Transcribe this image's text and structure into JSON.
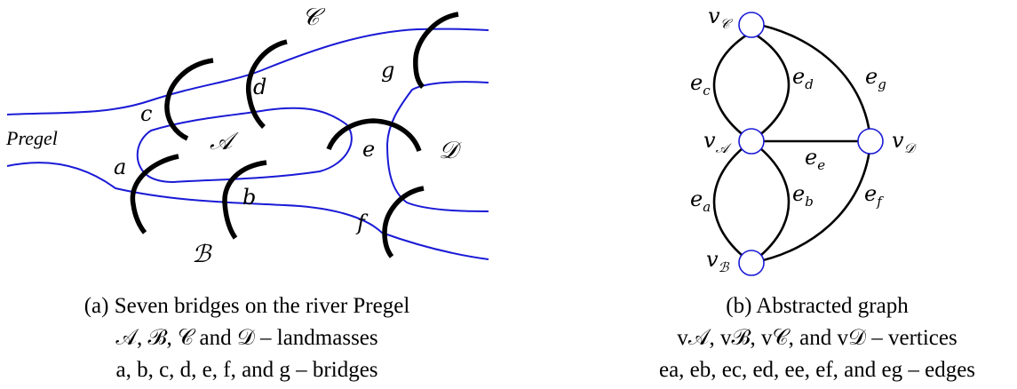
{
  "left": {
    "river_name": "Pregel",
    "landmasses": {
      "A": "𝒜",
      "B": "ℬ",
      "C": "𝒞",
      "D": "𝒟"
    },
    "bridges": {
      "a": "a",
      "b": "b",
      "c": "c",
      "d": "d",
      "e": "e",
      "f": "f",
      "g": "g"
    },
    "caption_title": "(a) Seven bridges on the river Pregel",
    "caption_line2": "𝒜, ℬ, 𝒞 and 𝒟 – landmasses",
    "caption_line3": "a, b, c, d, e, f, and g – bridges"
  },
  "right": {
    "vertex_symbol": "v",
    "vertices": {
      "A": "𝒜",
      "B": "ℬ",
      "C": "𝒞",
      "D": "𝒟"
    },
    "edge_symbol": "e",
    "edges": {
      "a": "a",
      "b": "b",
      "c": "c",
      "d": "d",
      "e": "e",
      "f": "f",
      "g": "g"
    },
    "caption_title": "(b) Abstracted graph",
    "caption_line2": "v𝒜, vℬ, v𝒞, and v𝒟 – vertices",
    "caption_line3": "ea, eb, ec, ed, ee, ef, and eg – edges"
  }
}
